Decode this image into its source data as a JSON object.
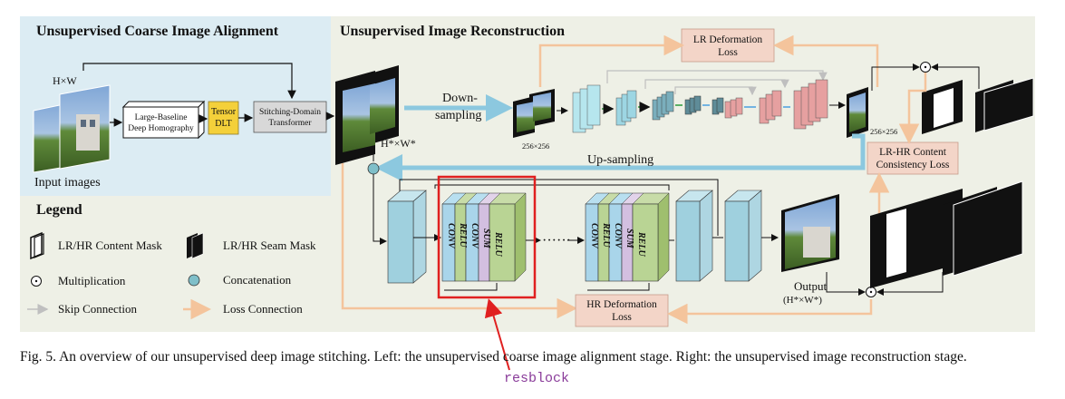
{
  "left_panel": {
    "title": "Unsupervised Coarse Image Alignment",
    "input_size": "H×W",
    "input_label": "Input images",
    "homography_line1": "Large-Baseline",
    "homography_line2": "Deep Homography",
    "dlt_line1": "Tensor",
    "dlt_line2": "DLT",
    "transformer_line1": "Stitching-Domain",
    "transformer_line2": "Transformer"
  },
  "right_panel": {
    "title": "Unsupervised Image Reconstruction",
    "warped_size": "H*×W*",
    "down_line1": "Down-",
    "down_line2": "sampling",
    "lr_size_in": "256×256",
    "lr_size_out": "256×256",
    "lr_loss_line1": "LR Deformation",
    "lr_loss_line2": "Loss",
    "content_loss_line1": "LR-HR Content",
    "content_loss_line2": "Consistency Loss",
    "up_label": "Up-sampling",
    "hr_loss_line1": "HR Deformation",
    "hr_loss_line2": "Loss",
    "output_line1": "Output",
    "output_line2": "(H*×W*)",
    "conv": "CONV",
    "relu": "RELU",
    "sum": "SUM",
    "dots": "······"
  },
  "legend": {
    "title": "Legend",
    "content_mask": "LR/HR Content Mask",
    "seam_mask": "LR/HR Seam Mask",
    "multiplication": "Multiplication",
    "concatenation": "Concatenation",
    "skip": "Skip Connection",
    "loss": "Loss Connection"
  },
  "caption": "Fig. 5.   An overview of our unsupervised deep image stitching. Left: the unsupervised coarse image alignment stage. Right: the unsupervised image reconstruction stage.",
  "annotation": "resblock",
  "colors": {
    "left_bg": "#dcecf3",
    "right_bg": "#eef0e6",
    "loss_box": "#f3d5c8",
    "loss_line": "#f4c49c",
    "up_arrow": "#8cc8df",
    "dlt": "#f4d03a",
    "highlight": "#e02020"
  }
}
